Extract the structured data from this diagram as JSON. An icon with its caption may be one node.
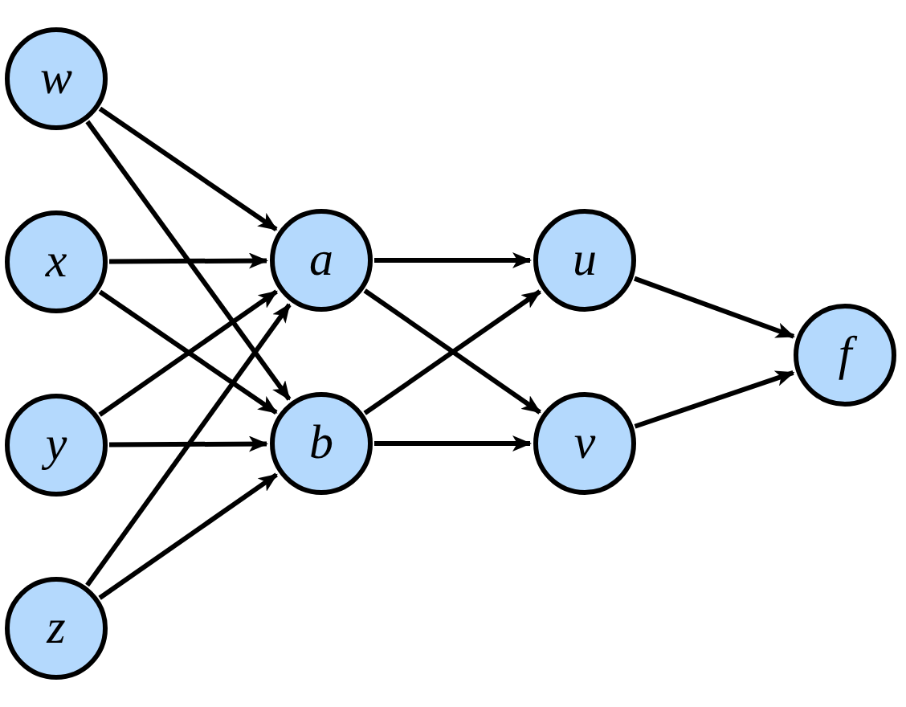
{
  "diagram": {
    "nodes": [
      {
        "text": [
          "w"
        ]
      },
      {
        "text": [
          "x"
        ]
      },
      {
        "text": [
          "y"
        ]
      },
      {
        "text": [
          "z"
        ]
      },
      {
        "text": [
          "a"
        ]
      },
      {
        "text": [
          "b"
        ]
      },
      {
        "text": [
          "u"
        ]
      },
      {
        "text": [
          "v"
        ]
      },
      {
        "text": [
          "f"
        ]
      }
    ],
    "edges": [
      {
        "from": 0,
        "to": 4,
        "arrow": "to"
      },
      {
        "from": 0,
        "to": 5,
        "arrow": "to"
      },
      {
        "from": 1,
        "to": 4,
        "arrow": "to"
      },
      {
        "from": 1,
        "to": 5,
        "arrow": "to"
      },
      {
        "from": 2,
        "to": 4,
        "arrow": "to"
      },
      {
        "from": 2,
        "to": 5,
        "arrow": "to"
      },
      {
        "from": 3,
        "to": 4,
        "arrow": "to"
      },
      {
        "from": 3,
        "to": 5,
        "arrow": "to"
      },
      {
        "from": 4,
        "to": 6,
        "arrow": "to"
      },
      {
        "from": 4,
        "to": 7,
        "arrow": "to"
      },
      {
        "from": 5,
        "to": 6,
        "arrow": "to"
      },
      {
        "from": 5,
        "to": 7,
        "arrow": "to"
      },
      {
        "from": 6,
        "to": 8,
        "arrow": "to"
      },
      {
        "from": 7,
        "to": 8,
        "arrow": "to"
      }
    ]
  }
}
